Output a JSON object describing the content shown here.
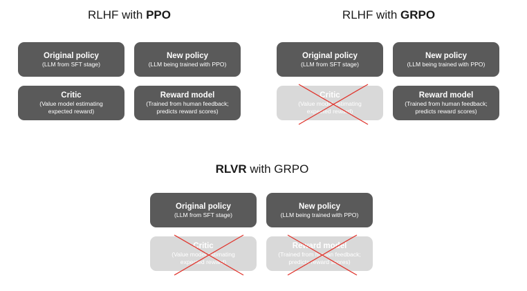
{
  "panels": [
    {
      "heading": {
        "prefix": "RLHF with ",
        "bold": "PPO",
        "suffix": ""
      },
      "boxes": [
        {
          "title": "Original policy",
          "subtitle": "(LLM from SFT stage)",
          "disabled": false
        },
        {
          "title": "New policy",
          "subtitle": "(LLM being trained with PPO)",
          "disabled": false
        },
        {
          "title": "Critic",
          "subtitle": "(Value model estimating expected reward)",
          "disabled": false
        },
        {
          "title": "Reward model",
          "subtitle": "(Trained from human feedback; predicts reward scores)",
          "disabled": false
        }
      ]
    },
    {
      "heading": {
        "prefix": "RLHF with ",
        "bold": "GRPO",
        "suffix": ""
      },
      "boxes": [
        {
          "title": "Original policy",
          "subtitle": "(LLM from SFT stage)",
          "disabled": false
        },
        {
          "title": "New policy",
          "subtitle": "(LLM being trained with PPO)",
          "disabled": false
        },
        {
          "title": "Critic",
          "subtitle": "(Value model estimating expected reward)",
          "disabled": true
        },
        {
          "title": "Reward model",
          "subtitle": "(Trained from human feedback; predicts reward scores)",
          "disabled": false
        }
      ]
    },
    {
      "heading": {
        "prefix": "",
        "bold": "RLVR",
        "suffix": " with GRPO"
      },
      "boxes": [
        {
          "title": "Original policy",
          "subtitle": "(LLM from SFT stage)",
          "disabled": false
        },
        {
          "title": "New policy",
          "subtitle": "(LLM being trained with PPO)",
          "disabled": false
        },
        {
          "title": "Critic",
          "subtitle": "(Value model estimating expected reward)",
          "disabled": true
        },
        {
          "title": "Reward model",
          "subtitle": "(Trained from human feedback; predicts reward scores)",
          "disabled": true
        }
      ]
    }
  ],
  "colors": {
    "box_active": "#5a5a5a",
    "box_disabled": "#d9d9d9",
    "cross": "#e0342c"
  }
}
